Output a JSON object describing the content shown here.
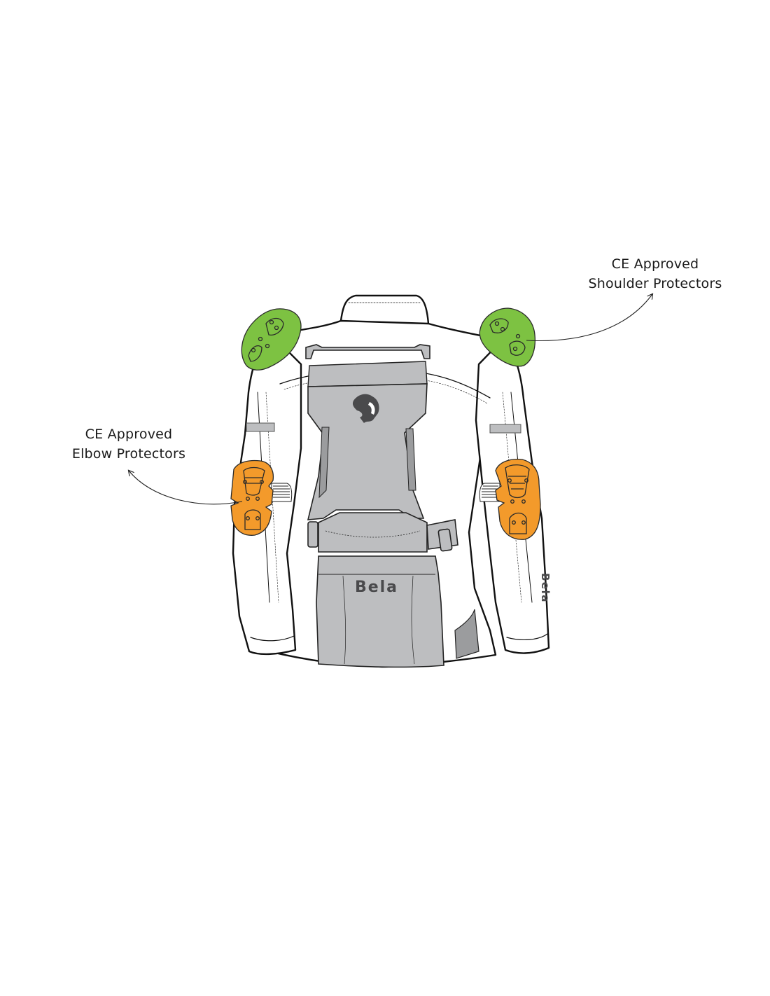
{
  "diagram": {
    "subject": "Motorcycle jacket back view",
    "brand_logo_text": "Bela",
    "sleeve_logo_text": "Bela",
    "colors": {
      "shoulder_protector": "#7DC242",
      "elbow_protector": "#F39A2B",
      "panel_gray": "#BDBEC0",
      "panel_dark_gray": "#9B9C9E",
      "outline": "#111111",
      "jacket_white": "#FFFFFF"
    }
  },
  "callouts": {
    "shoulder": {
      "line1": "CE Approved",
      "line2": "Shoulder Protectors"
    },
    "elbow": {
      "line1": "CE Approved",
      "line2": "Elbow Protectors"
    }
  }
}
